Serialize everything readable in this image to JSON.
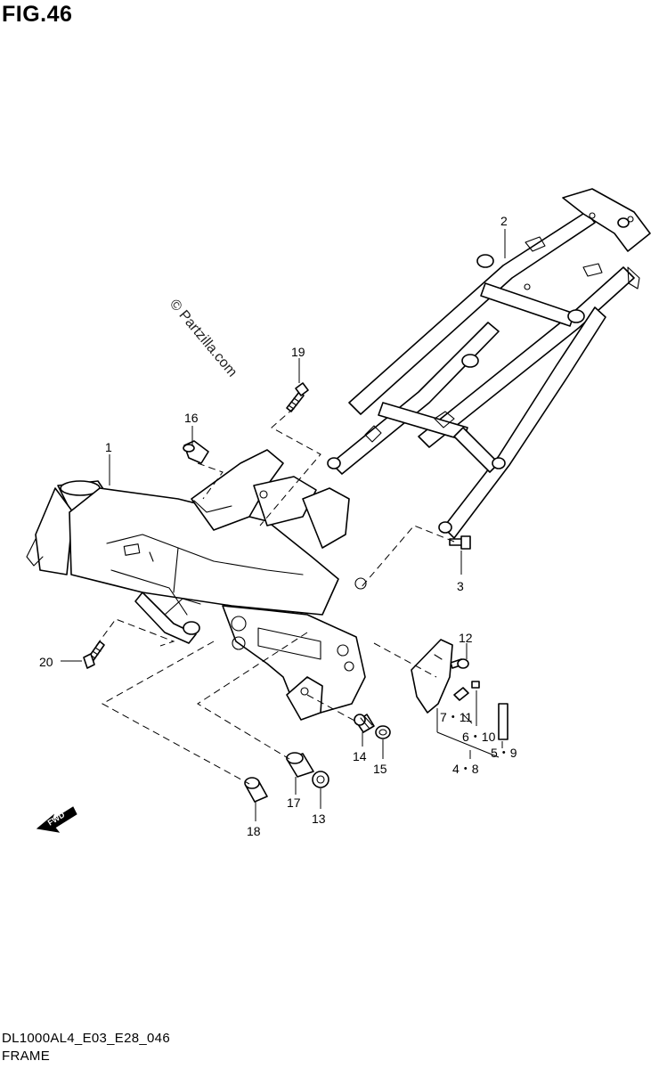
{
  "header": {
    "title": "FIG.46"
  },
  "watermark": {
    "text": "© Partzilla.com"
  },
  "callouts": {
    "c1": "1",
    "c2": "2",
    "c3": "3",
    "c4_8": "4・8",
    "c5_9": "5・9",
    "c6_10": "6・10",
    "c7_11": "7・11",
    "c12": "12",
    "c13": "13",
    "c14": "14",
    "c15": "15",
    "c16": "16",
    "c17": "17",
    "c18": "18",
    "c19": "19",
    "c20": "20"
  },
  "fwd_label": "FWD",
  "footer": {
    "code": "DL1000AL4_E03_E28_046",
    "name": "FRAME"
  }
}
